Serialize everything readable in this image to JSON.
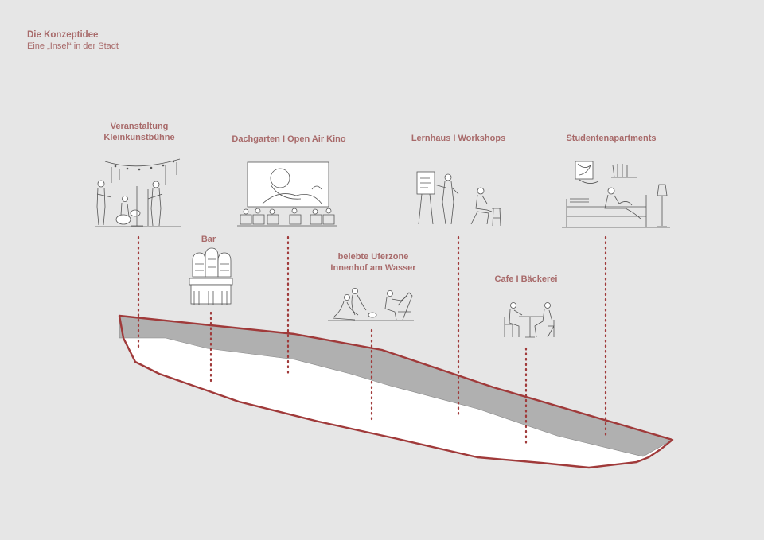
{
  "header": {
    "title": "Die Konzeptidee",
    "subtitle": "Eine „Insel“ in der Stadt"
  },
  "labels": {
    "stage": [
      "Veranstaltung",
      "Kleinkunstbühne"
    ],
    "bar": "Bar",
    "roof": "Dachgarten I Open Air Kino",
    "waterfront": [
      "belebte Uferzone",
      "Innenhof am Wasser"
    ],
    "learning": "Lernhaus I Workshops",
    "cafe": "Cafe I Bäckerei",
    "apartments": "Studentenapartments"
  },
  "colors": {
    "accent": "#a86a6a",
    "outline": "#a03a3a",
    "band": "#b0b0b0",
    "background": "#e6e6e6"
  }
}
